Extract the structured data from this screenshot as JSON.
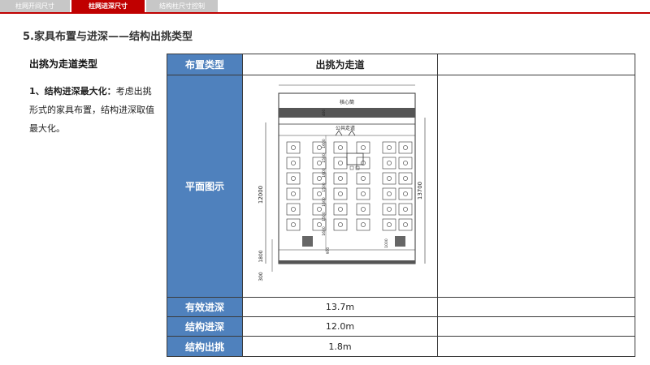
{
  "tabs": [
    {
      "label": "柱网开间尺寸",
      "active": false
    },
    {
      "label": "柱网进深尺寸",
      "active": true
    },
    {
      "label": "结构柱尺寸控制",
      "active": false
    }
  ],
  "page_title": "5.家具布置与进深——结构出挑类型",
  "left": {
    "heading": "出挑为走道类型",
    "point_lead": "1、结构进深最大化：",
    "point_text": "考虑出挑形式的家具布置，结构进深取值最大化。"
  },
  "table": {
    "header_label": "布置类型",
    "header_value": "出挑为走道",
    "header_extra": "",
    "plan_label": "平面图示",
    "rows": [
      {
        "label": "有效进深",
        "value": "13.7m",
        "extra": ""
      },
      {
        "label": "结构进深",
        "value": "12.0m",
        "extra": ""
      },
      {
        "label": "结构出挑",
        "value": "1.8m",
        "extra": ""
      }
    ]
  },
  "plan": {
    "core_label": "核心筒",
    "corridor_label": "公共走道",
    "dim_left_structural": "12000",
    "dim_left_overhang": "1800",
    "dim_left_bottom": "300",
    "dim_right_effective": "13700",
    "dim_inner_top": "400",
    "dim_inner": [
      "1600",
      "1500",
      "1600",
      "1500",
      "1600",
      "1500",
      "1600"
    ],
    "dim_inner_bottom": "900",
    "dim_inner_right": "1000",
    "colors": {
      "line": "#333333",
      "core": "#555555",
      "column": "#666666"
    }
  }
}
